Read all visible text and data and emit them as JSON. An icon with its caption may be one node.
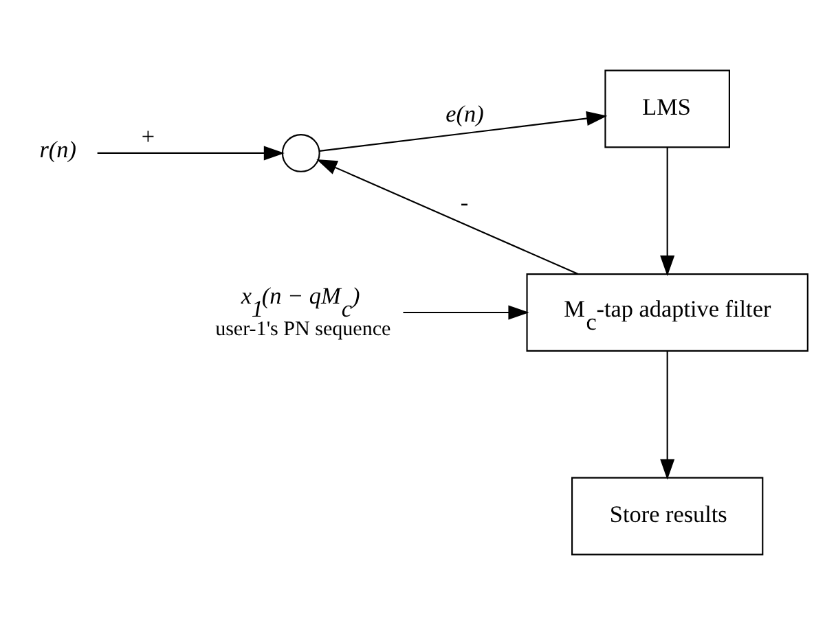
{
  "diagram": {
    "nodes": [
      {
        "text": [
          "r(n)"
        ]
      },
      {
        "text": [
          "LMS"
        ]
      },
      {
        "text": [
          "x$_{1}$(n − qM$_{c}$)"
        ],
        "beside": [
          "user-1's PN sequence"
        ]
      },
      {
        "text": [
          "M$_{c}$-tap adaptive filter"
        ]
      },
      {
        "text": [],
        "shape": "circle"
      },
      {
        "text": [
          "Store results"
        ]
      }
    ],
    "edges": [
      {
        "from": 0,
        "to": 4,
        "arrow": "to",
        "label": "+"
      },
      {
        "from": 2,
        "to": 3,
        "arrow": "to"
      },
      {
        "from": 3,
        "to": 4,
        "arrow": "to",
        "label": "-"
      },
      {
        "from": 4,
        "to": 1,
        "arrow": "to",
        "label": "e(n)"
      },
      {
        "from": 1,
        "to": 3,
        "arrow": "to"
      },
      {
        "from": 3,
        "to": 5,
        "arrow": "to"
      }
    ]
  }
}
